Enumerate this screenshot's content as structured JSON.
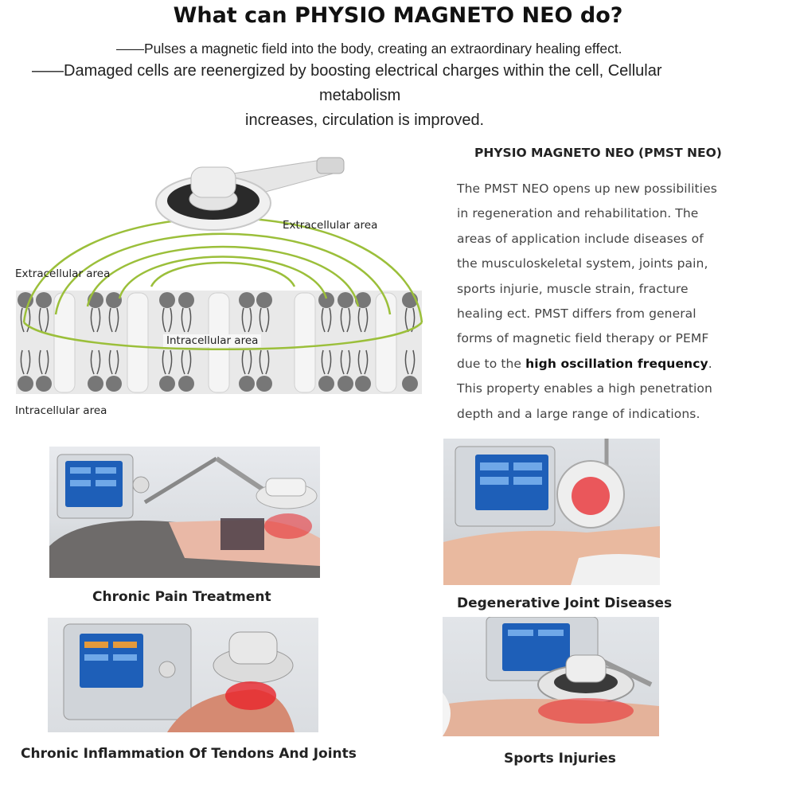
{
  "heading": "What can PHYSIO MAGNETO NEO do?",
  "intro": {
    "line1": "——Pulses a magnetic field into the body, creating an extraordinary healing effect.",
    "line2a": "——Damaged cells are reenergized by boosting electrical charges within the cell, Cellular",
    "line2b": "metabolism",
    "line2c": "increases, circulation is improved."
  },
  "diagram": {
    "label_extracellular_top": "Extracellular area",
    "label_extracellular_left": "Extracellular area",
    "label_intracellular_center": "Intracellular area",
    "label_intracellular_bottom": "Intracellular area"
  },
  "side": {
    "title": "PHYSIO MAGNETO NEO (PMST NEO)",
    "lines": [
      "The PMST NEO opens up new possibilities",
      "in regeneration and rehabilitation. The",
      "areas of application include diseases of",
      "the musculoskeletal system, joints pain,",
      "sports injurie, muscle strain,  fracture",
      "healing ect. PMST differs from general",
      "forms of magnetic field therapy or PEMF"
    ],
    "line8_prefix": "due to the ",
    "line8_bold": "high oscillation frequency",
    "line8_suffix": ".",
    "lines_after": [
      "This property enables a high penetration",
      "depth and a large range of indications."
    ]
  },
  "captions": {
    "pain": "Chronic Pain Treatment",
    "joint": "Degenerative Joint Diseases",
    "tendon": "Chronic Inflammation Of Tendons And Joints",
    "sports": "Sports Injuries"
  },
  "colors": {
    "field_lines": "#9bbf3a",
    "red_light": "#e8242a",
    "device_blue": "#1e5fb8"
  }
}
